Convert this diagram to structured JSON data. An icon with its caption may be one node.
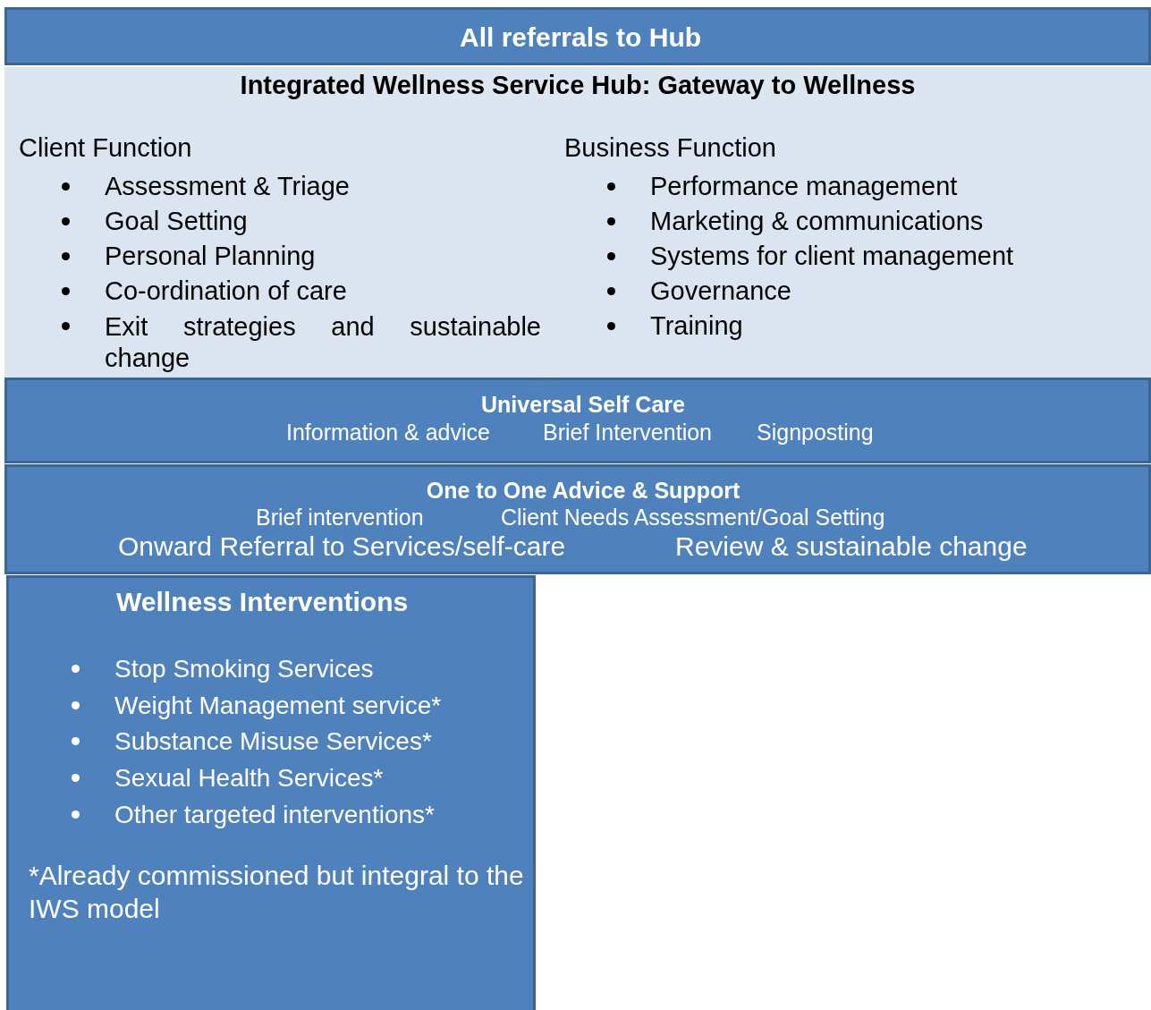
{
  "diagram": {
    "nodes": [
      {
        "text": [
          "All referrals to Hub"
        ]
      },
      {
        "text": [
          "Integrated Wellness Service Hub: Gateway to Wellness"
        ]
      },
      {
        "text": [
          "Client Function",
          "Assessment & Triage",
          "Goal Setting",
          "Personal Planning",
          "Co-ordination of care",
          "Exit strategies and sustainable change"
        ],
        "in": 1
      },
      {
        "text": [
          "Business Function",
          "Performance management",
          "Marketing & communications",
          "Systems for client management",
          "Governance",
          "Training"
        ],
        "in": 1
      },
      {
        "text": [
          "Universal Self Care",
          "Information & advice",
          "Brief Intervention",
          "Signposting"
        ]
      },
      {
        "text": [
          "One to One Advice & Support",
          "Brief intervention",
          "Client Needs Assessment/Goal Setting",
          "Onward Referral to Services/self-care",
          "Review & sustainable change"
        ]
      },
      {
        "text": [
          "Wellness Interventions",
          "Stop Smoking Services",
          "Weight Management service*",
          "Substance Misuse Services*",
          "Sexual Health Services*",
          "Other targeted interventions*",
          "*Already commissioned but integral to the IWS model"
        ]
      }
    ]
  }
}
